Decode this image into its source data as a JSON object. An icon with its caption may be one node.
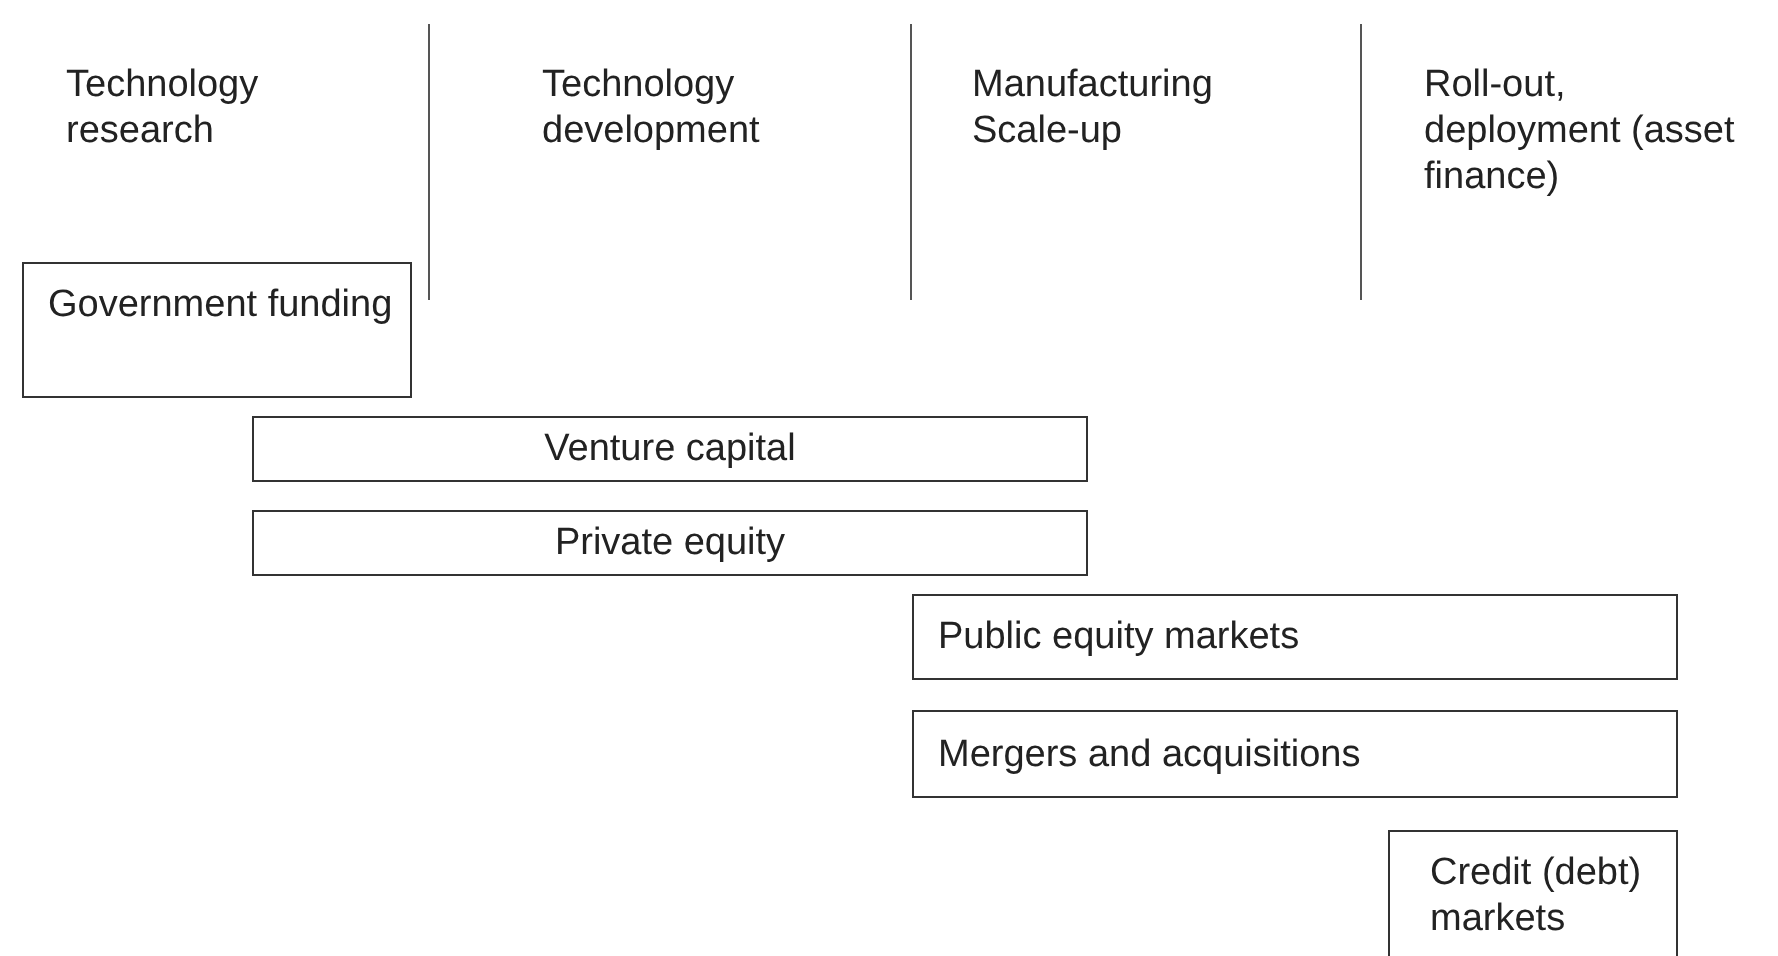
{
  "diagram": {
    "nodes": [
      {
        "text": [
          "Government funding"
        ]
      },
      {
        "text": [
          "Venture capital"
        ]
      },
      {
        "text": [
          "Private equity"
        ]
      },
      {
        "text": [
          "Public equity markets"
        ]
      },
      {
        "text": [
          "Mergers and acquisitions"
        ]
      },
      {
        "text": [
          "Credit (debt) markets"
        ]
      }
    ],
    "labels": [
      "Technology research",
      "Technology development",
      "Manufacturing Scale-up",
      "Roll-out, deployment (asset finance)"
    ]
  }
}
